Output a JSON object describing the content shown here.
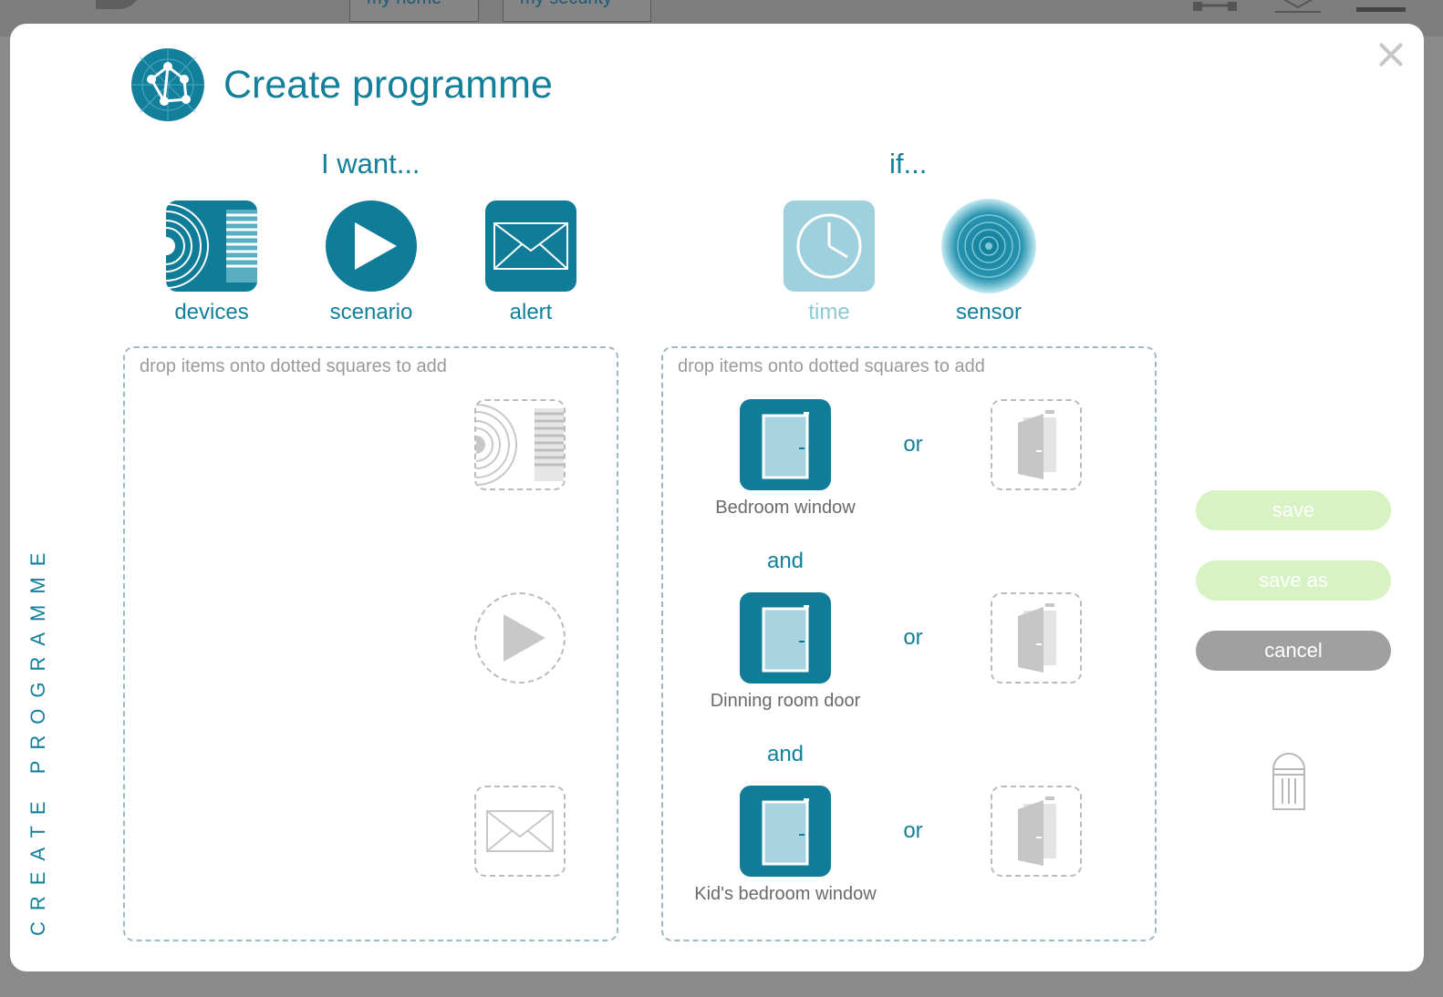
{
  "background": {
    "tabs": [
      "my home",
      "my security"
    ]
  },
  "modal": {
    "title": "Create programme",
    "side_title": "CREATE PROGRAMME"
  },
  "actions": {
    "heading": "I want...",
    "items": [
      {
        "label": "devices",
        "icon": "devices-icon"
      },
      {
        "label": "scenario",
        "icon": "play-icon"
      },
      {
        "label": "alert",
        "icon": "envelope-icon"
      }
    ],
    "drop_hint": "drop items onto dotted squares to add"
  },
  "conditions": {
    "heading": "if...",
    "items": [
      {
        "label": "time",
        "icon": "clock-icon",
        "state": "disabled"
      },
      {
        "label": "sensor",
        "icon": "sensor-icon"
      }
    ],
    "drop_hint": "drop items onto dotted squares to add",
    "rows": [
      {
        "label": "Bedroom window",
        "or": "or"
      },
      {
        "label": "Dinning room door",
        "or": "or"
      },
      {
        "label": "Kid's bedroom window",
        "or": "or"
      }
    ],
    "and": [
      "and",
      "and"
    ]
  },
  "buttons": {
    "save": "save",
    "save_as": "save as",
    "cancel": "cancel"
  },
  "colors": {
    "primary": "#0f7c98",
    "text_primary": "#127f9b",
    "disabled_green": "#d7f2c3",
    "cancel_gray": "#a0a0a0"
  }
}
